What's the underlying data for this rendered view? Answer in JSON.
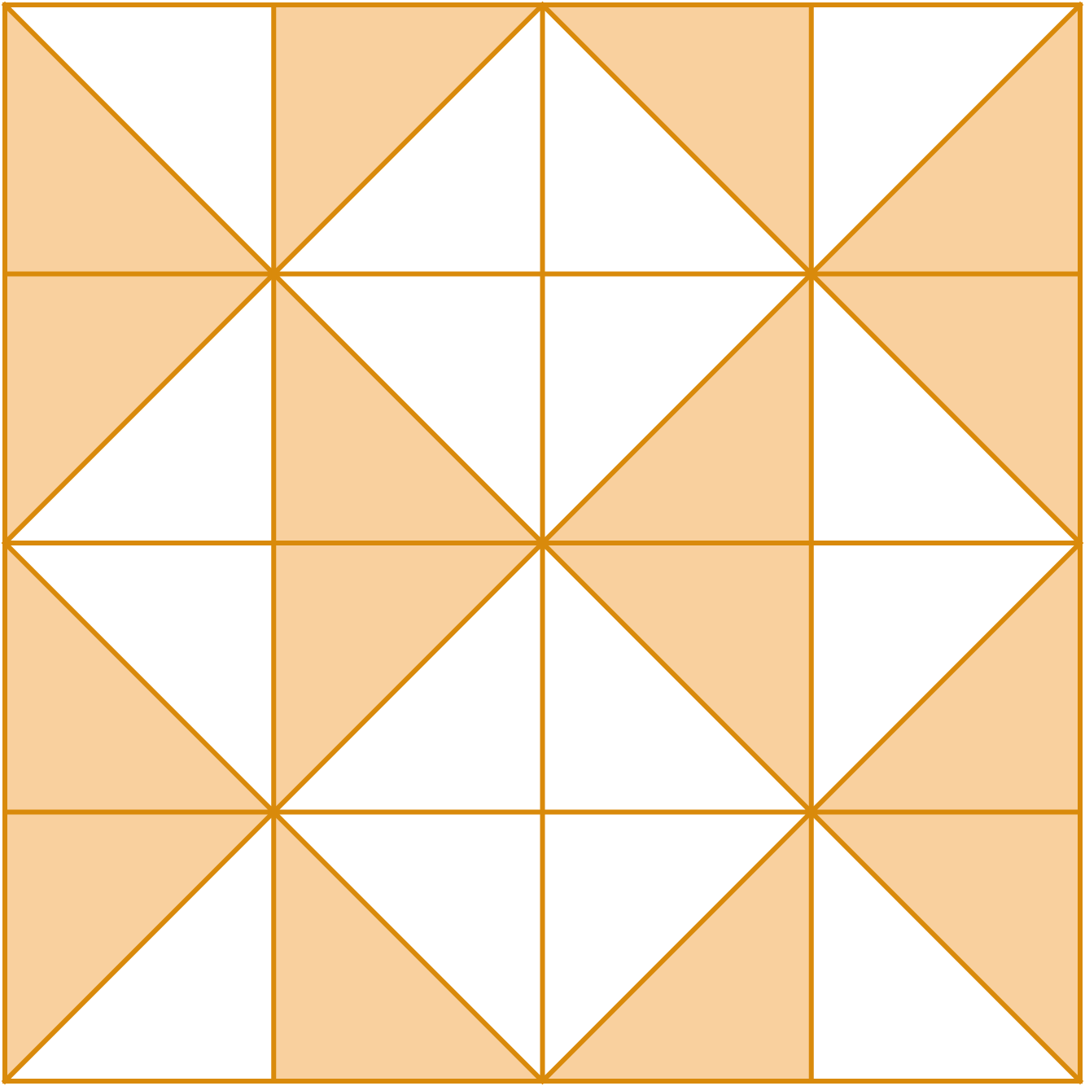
{
  "diagram": {
    "colors": {
      "stroke": "#D98A0B",
      "shaded": "#F9D09E",
      "unshaded": "#FFFFFF"
    },
    "grid": {
      "rows": 4,
      "cols": 4
    },
    "cells": [
      [
        {
          "diagonal": "down",
          "shaded": "lower-left"
        },
        {
          "diagonal": "up",
          "shaded": "upper-left"
        },
        {
          "diagonal": "down",
          "shaded": "upper-right"
        },
        {
          "diagonal": "up",
          "shaded": "lower-right"
        }
      ],
      [
        {
          "diagonal": "up",
          "shaded": "upper-left"
        },
        {
          "diagonal": "down",
          "shaded": "lower-left"
        },
        {
          "diagonal": "up",
          "shaded": "lower-right"
        },
        {
          "diagonal": "down",
          "shaded": "upper-right"
        }
      ],
      [
        {
          "diagonal": "down",
          "shaded": "lower-left"
        },
        {
          "diagonal": "up",
          "shaded": "upper-left"
        },
        {
          "diagonal": "down",
          "shaded": "upper-right"
        },
        {
          "diagonal": "up",
          "shaded": "lower-right"
        }
      ],
      [
        {
          "diagonal": "up",
          "shaded": "upper-left"
        },
        {
          "diagonal": "down",
          "shaded": "lower-left"
        },
        {
          "diagonal": "up",
          "shaded": "lower-right"
        },
        {
          "diagonal": "down",
          "shaded": "upper-right"
        }
      ]
    ]
  }
}
